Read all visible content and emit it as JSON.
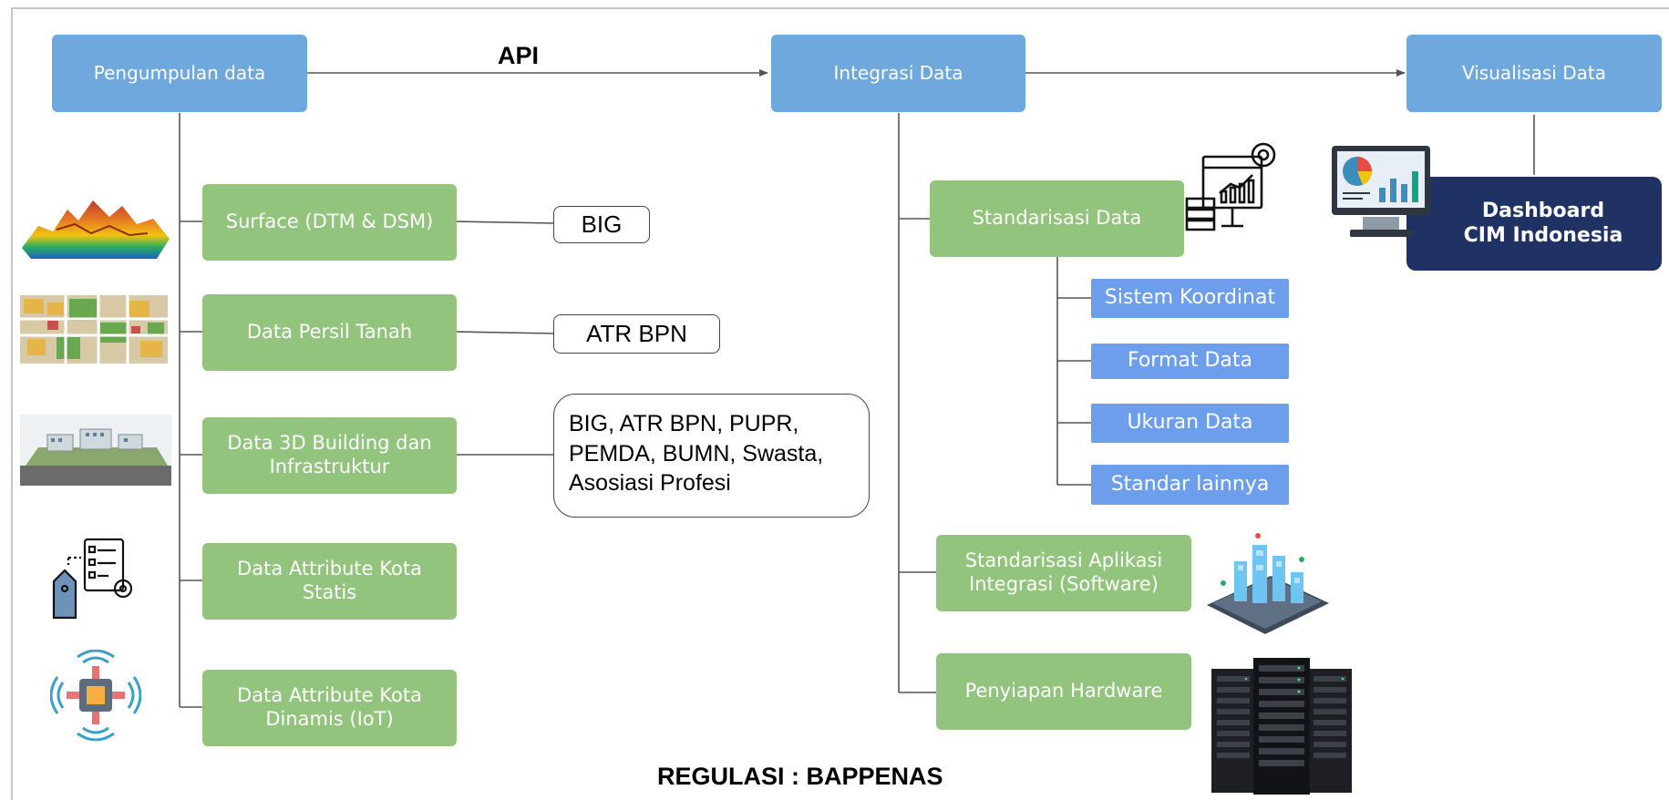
{
  "main_flow": {
    "collect": "Pengumpulan data",
    "api_label": "API",
    "integrate": "Integrasi Data",
    "visualize": "Visualisasi Data"
  },
  "dashboard": "Dashboard CIM Indonesia",
  "collection_items": [
    "Surface (DTM & DSM)",
    "Data Persil Tanah",
    "Data 3D Building dan Infrastruktur",
    "Data Attribute Kota Statis",
    "Data Attribute Kota Dinamis (IoT)"
  ],
  "sources": [
    "BIG",
    "ATR BPN",
    "BIG, ATR BPN, PUPR,\nPEMDA, BUMN, Swasta,\nAsosiasi Profesi"
  ],
  "integration_items": [
    "Standarisasi Data",
    "Standarisasi Aplikasi Integrasi (Software)",
    "Penyiapan Hardware"
  ],
  "standard_items": [
    "Sistem Koordinat",
    "Format Data",
    "Ukuran Data",
    "Standar lainnya"
  ],
  "regulation": "REGULASI : BAPPENAS",
  "icons": [
    "terrain-3d-icon",
    "land-parcel-map-icon",
    "3d-building-model-icon",
    "data-attribute-tag-icon",
    "iot-chip-icon",
    "analytics-settings-icon",
    "monitor-chart-icon",
    "smart-city-icon",
    "server-rack-icon"
  ],
  "colors": {
    "blue": "#6fa8dc",
    "green": "#93c47d",
    "sub_blue": "#6d9eeb",
    "navy": "#1f3263"
  }
}
